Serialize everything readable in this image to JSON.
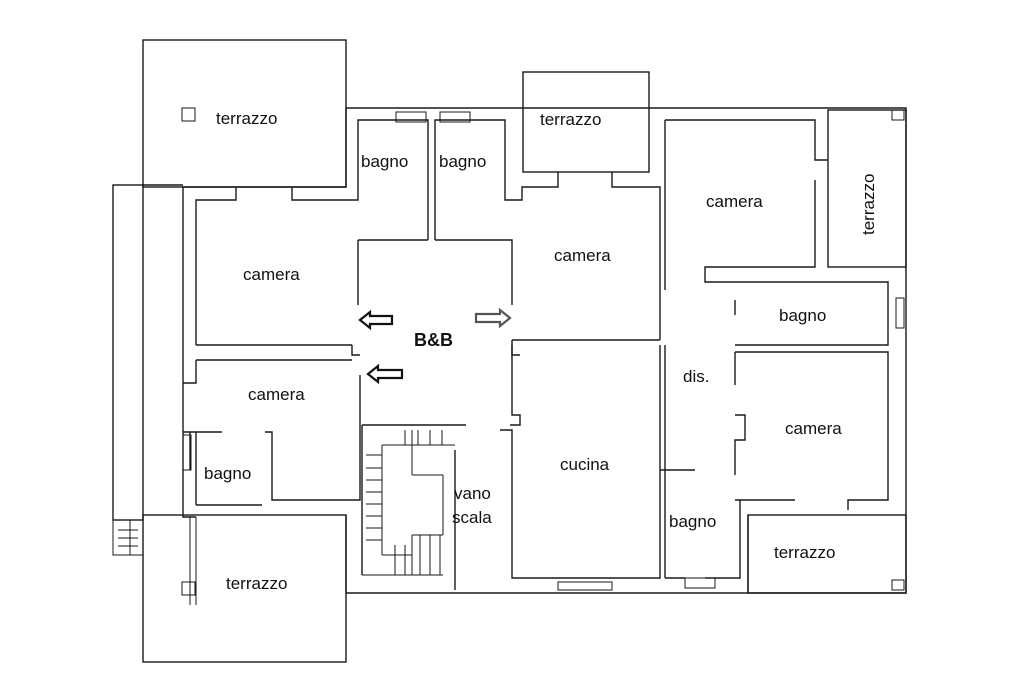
{
  "plan": {
    "center_label": "B&B",
    "rooms": {
      "terrazzo_nw": "terrazzo",
      "terrazzo_top": "terrazzo",
      "terrazzo_east": "terrazzo",
      "terrazzo_sw": "terrazzo",
      "terrazzo_se": "terrazzo",
      "bagno_1": "bagno",
      "bagno_2": "bagno",
      "bagno_east": "bagno",
      "bagno_west": "bagno",
      "bagno_south": "bagno",
      "camera_west_upper": "camera",
      "camera_west_lower": "camera",
      "camera_center": "camera",
      "camera_east_upper": "camera",
      "camera_east_lower": "camera",
      "cucina": "cucina",
      "dis": "dis.",
      "vano_line1": "vano",
      "vano_line2": "scala"
    }
  }
}
